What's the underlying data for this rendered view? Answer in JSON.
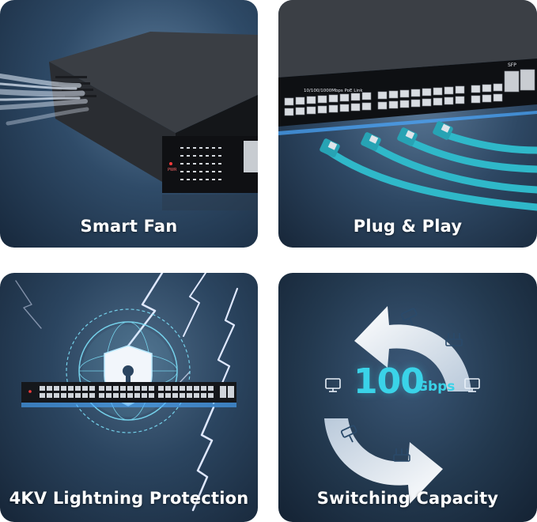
{
  "features": [
    {
      "label": "Smart Fan"
    },
    {
      "label": "Plug & Play"
    },
    {
      "label": "4KV Lightning Protection"
    },
    {
      "label": "Switching Capacity"
    }
  ],
  "panel_label": "10/100/1000Mbps PoE Link",
  "sfp_label": "SFP",
  "pwr_label": "PWR",
  "capacity": {
    "value": "100",
    "unit": "Gbps"
  },
  "colors": {
    "accent": "#3ad3e8",
    "cable": "#2fb8c9",
    "tile_dark": "#17283c"
  },
  "icons": [
    "fan-airflow-icon",
    "ethernet-cable-icon",
    "shield-lock-icon",
    "globe-icon",
    "lightning-icon",
    "cycle-arrows-icon",
    "camera-icon",
    "router-icon",
    "monitor-icon"
  ]
}
